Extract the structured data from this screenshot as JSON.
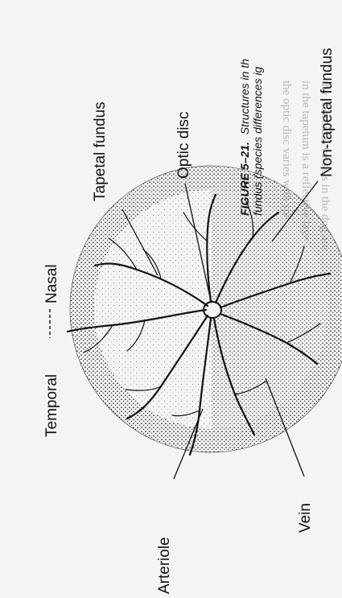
{
  "caption": {
    "figure_label": "FIGURE 5–21.",
    "line1": "Structures in th",
    "line2": "fundus (species differences ig"
  },
  "labels": {
    "temporal": "Temporal",
    "nasal": "Nasal",
    "tapetal_fundus": "Tapetal fundus",
    "optic_disc": "Optic disc",
    "non_tapetal_fundus": "Non-tapetal fundus",
    "arteriole": "Arteriole",
    "vein": "Vein"
  },
  "colors": {
    "paper": "#f4f4f2",
    "ink": "#111111",
    "stipple": "#1a1a1a",
    "bleed_through": "#b9b9b3"
  }
}
